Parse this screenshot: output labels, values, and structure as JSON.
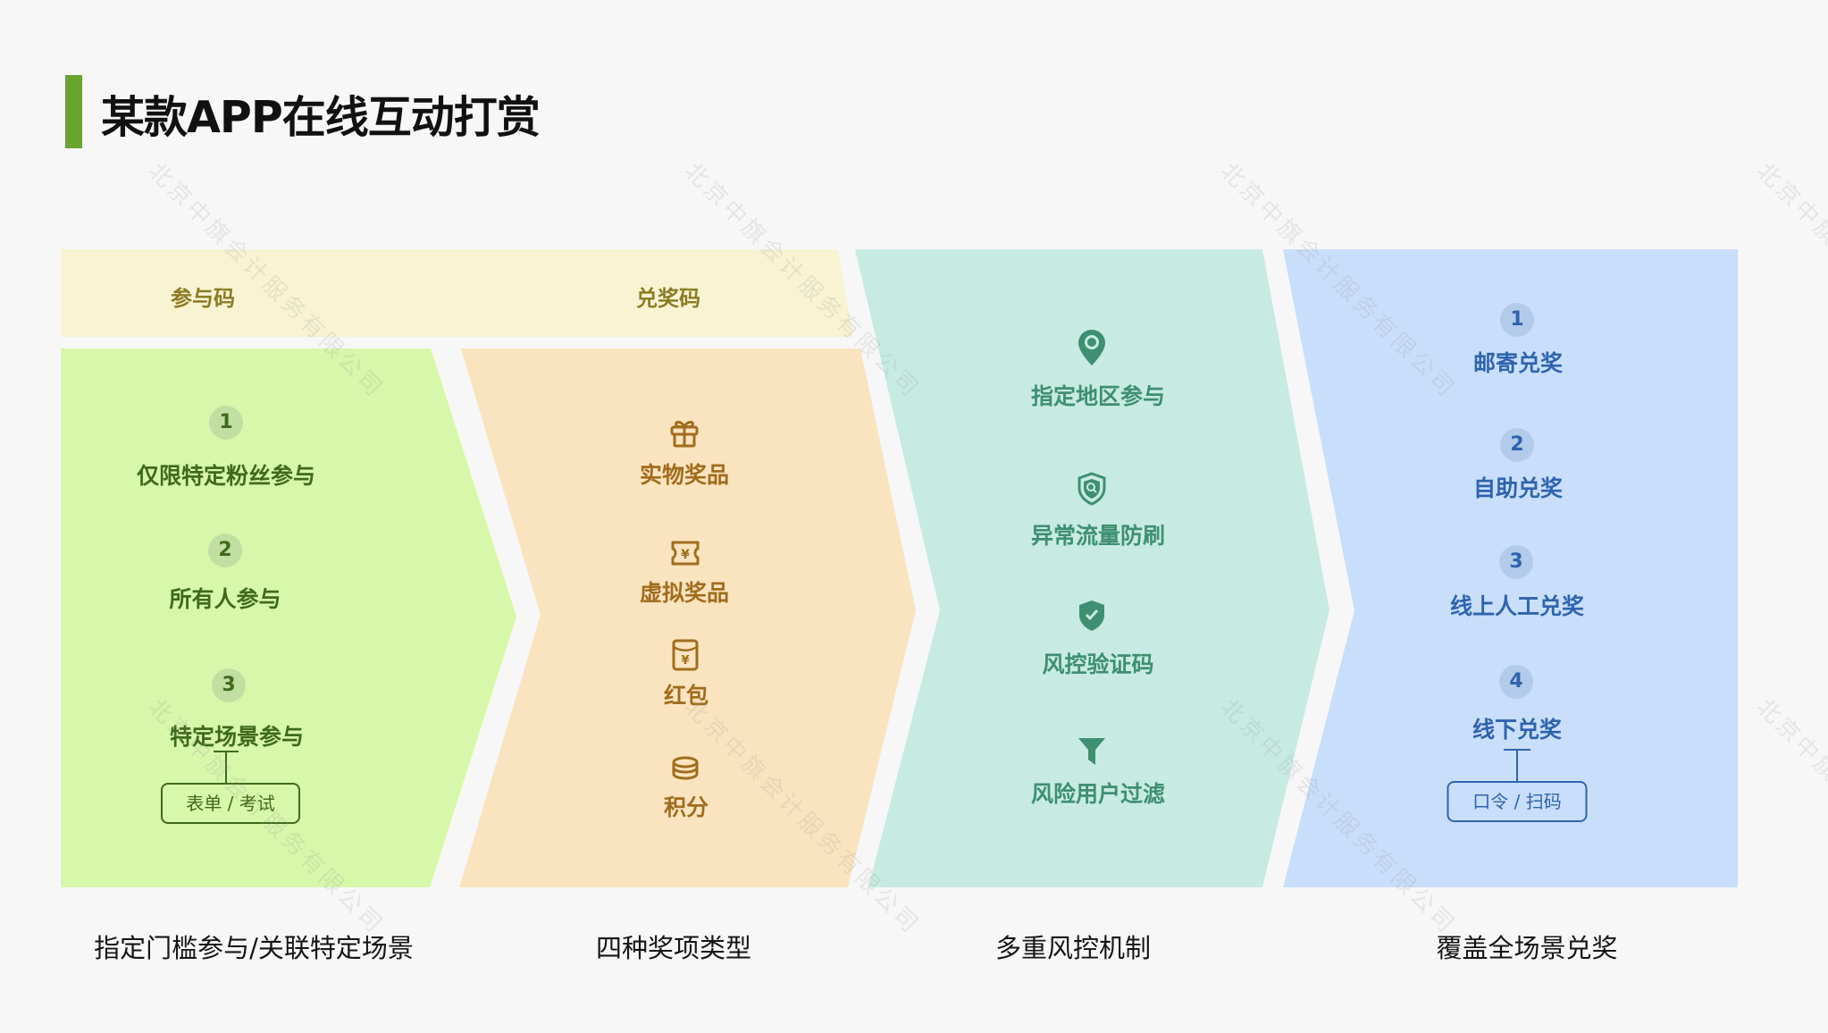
{
  "header": {
    "title": "某款APP在线互动打赏",
    "accent_color": "#6aa431"
  },
  "banner": {
    "labels": [
      "参与码",
      "兑奖码"
    ],
    "color": "#f8f3d2",
    "text_color": "#8a7c25"
  },
  "panels": [
    {
      "id": "participation",
      "color": "#d7f7aa",
      "text_color": "#3f6a1d",
      "items": [
        {
          "number": "1",
          "label": "仅限特定粉丝参与"
        },
        {
          "number": "2",
          "label": "所有人参与"
        },
        {
          "number": "3",
          "label": "特定场景参与",
          "sub_label": "表单 / 考试"
        }
      ],
      "caption": "指定门槛参与/关联特定场景"
    },
    {
      "id": "prize-types",
      "color": "#fae4bf",
      "text_color": "#a06d1e",
      "items": [
        {
          "icon": "gift-icon",
          "label": "实物奖品"
        },
        {
          "icon": "coupon-icon",
          "label": "虚拟奖品"
        },
        {
          "icon": "red-envelope-icon",
          "label": "红包"
        },
        {
          "icon": "coins-icon",
          "label": "积分"
        }
      ],
      "caption": "四种奖项类型"
    },
    {
      "id": "risk-control",
      "color": "#c7ebe2",
      "text_color": "#3f8f72",
      "items": [
        {
          "icon": "location-pin-icon",
          "label": "指定地区参与"
        },
        {
          "icon": "shield-search-icon",
          "label": "异常流量防刷"
        },
        {
          "icon": "shield-check-icon",
          "label": "风控验证码"
        },
        {
          "icon": "filter-icon",
          "label": "风险用户过滤"
        }
      ],
      "caption": "多重风控机制"
    },
    {
      "id": "redemption",
      "color": "#c9defa",
      "text_color": "#2f63ae",
      "items": [
        {
          "number": "1",
          "label": "邮寄兑奖"
        },
        {
          "number": "2",
          "label": "自助兑奖"
        },
        {
          "number": "3",
          "label": "线上人工兑奖"
        },
        {
          "number": "4",
          "label": "线下兑奖",
          "sub_label": "口令 / 扫码"
        }
      ],
      "caption": "覆盖全场景兑奖"
    }
  ],
  "watermark": "北京中旗会计服务有限公司"
}
